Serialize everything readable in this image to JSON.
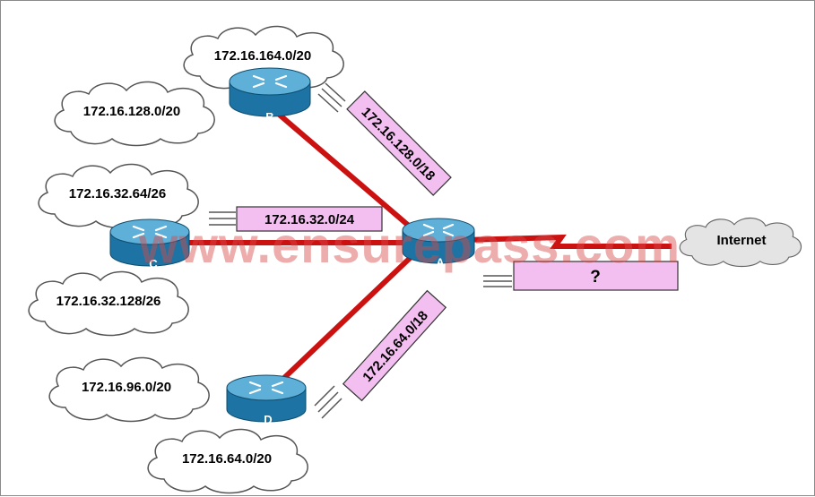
{
  "colors": {
    "link": "#cc1111",
    "summary_box": "#f3bff0",
    "cloud_fill": "#ffffff",
    "internet_cloud_fill": "#e4e4e4",
    "router_body": "#1d73a3",
    "router_top": "#5fb0d8",
    "watermark": "#d94a4a"
  },
  "clouds": {
    "b_top": "172.16.164.0/20",
    "b_left": "172.16.128.0/20",
    "c_top": "172.16.32.64/26",
    "c_bottom": "172.16.32.128/26",
    "d_left": "172.16.96.0/20",
    "d_bottom": "172.16.64.0/20",
    "internet": "Internet"
  },
  "summaries": {
    "b_link": "172.16.128.0/18",
    "c_link": "172.16.32.0/24",
    "d_link": "172.16.64.0/18",
    "a_internet": "?"
  },
  "routers": {
    "a": "A",
    "b": "B",
    "c": "C",
    "d": "D"
  },
  "watermark": "www.ensurepass.com",
  "icons": {
    "router": "router-icon",
    "cloud": "cloud-icon"
  }
}
